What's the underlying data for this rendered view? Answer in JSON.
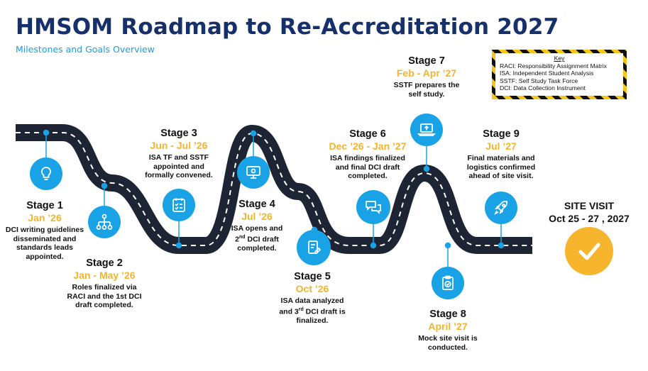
{
  "header": {
    "title": "HMSOM Roadmap to Re-Accreditation 2027",
    "subtitle": "Milestones and Goals Overview"
  },
  "key": {
    "title": "Key",
    "items": [
      "RACI: Responsibility Assignment Matrix",
      "ISA: Independent Student Analysis",
      "SSTF: Self Study Task Force",
      "DCI: Data Collection Instrument"
    ]
  },
  "stages": [
    {
      "name": "Stage 1",
      "date": "Jan ’26",
      "desc": [
        "DCI writing guidelines",
        "disseminated and",
        "standards leads",
        "appointed."
      ],
      "icon": "lightbulb-icon"
    },
    {
      "name": "Stage 2",
      "date": "Jan - May ’26",
      "desc": [
        "Roles finalized via",
        "RACI and the 1st DCI",
        "draft completed."
      ],
      "icon": "org-chart-icon"
    },
    {
      "name": "Stage 3",
      "date": "Jun - Jul ’26",
      "desc": [
        "ISA TF and SSTF",
        "appointed and",
        "formally convened."
      ],
      "icon": "checklist-icon"
    },
    {
      "name": "Stage 4",
      "date": "Jul ’26",
      "desc_parts": {
        "l1": "ISA opens and",
        "ord": "2",
        "sup": "nd",
        "rest": " DCI draft",
        "l3": "completed."
      },
      "icon": "monitor-icon"
    },
    {
      "name": "Stage 5",
      "date": "Oct ’26",
      "desc_parts": {
        "l1": "ISA data analyzed",
        "pre": "and ",
        "ord": "3",
        "sup": "rd",
        "rest": " DCI draft is",
        "l3": "finalized."
      },
      "icon": "document-edit-icon"
    },
    {
      "name": "Stage 6",
      "date": "Dec ’26 - Jan ’27",
      "desc": [
        "ISA findings finalized",
        "and final DCI draft",
        "completed."
      ],
      "icon": "chat-bubbles-icon"
    },
    {
      "name": "Stage 7",
      "date": "Feb - Apr ’27",
      "desc": [
        "SSTF prepares the",
        "self study."
      ],
      "icon": "laptop-upload-icon"
    },
    {
      "name": "Stage 8",
      "date": "April ’27",
      "desc": [
        "Mock site visit is",
        "conducted."
      ],
      "icon": "clipboard-check-icon"
    },
    {
      "name": "Stage 9",
      "date": "Jul ’27",
      "desc": [
        "Final materials and",
        "logistics confirmed",
        "ahead of site visit."
      ],
      "icon": "rocket-icon"
    }
  ],
  "site_visit": {
    "label": "SITE VISIT",
    "date": "Oct 25 - 27 , 2027",
    "icon": "checkmark-icon"
  },
  "colors": {
    "title": "#16306b",
    "accent_blue": "#19a3e6",
    "date_yellow": "#f3b42c",
    "road": "#1d2433",
    "check_circle": "#f6b52c"
  }
}
